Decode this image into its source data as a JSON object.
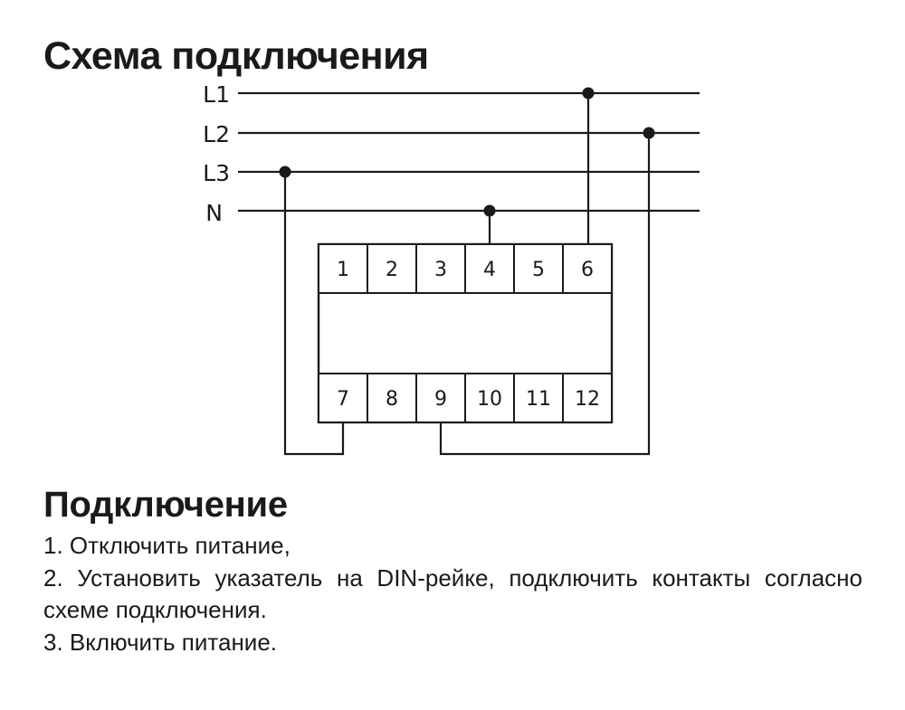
{
  "title": "Схема подключения",
  "lines": [
    {
      "id": "L1",
      "label": "L1"
    },
    {
      "id": "L2",
      "label": "L2"
    },
    {
      "id": "L3",
      "label": "L3"
    },
    {
      "id": "N",
      "label": "N"
    }
  ],
  "terminals_top": [
    "1",
    "2",
    "3",
    "4",
    "5",
    "6"
  ],
  "terminals_bottom": [
    "7",
    "8",
    "9",
    "10",
    "11",
    "12"
  ],
  "connection": {
    "heading": "Подключение",
    "steps": [
      "1. Отключить питание,",
      "2. Установить указатель на DIN-рейке, подключить контакты согласно схеме подключения.",
      "3. Включить питание."
    ]
  },
  "colors": {
    "ink": "#1a1a1a",
    "background": "#ffffff"
  }
}
